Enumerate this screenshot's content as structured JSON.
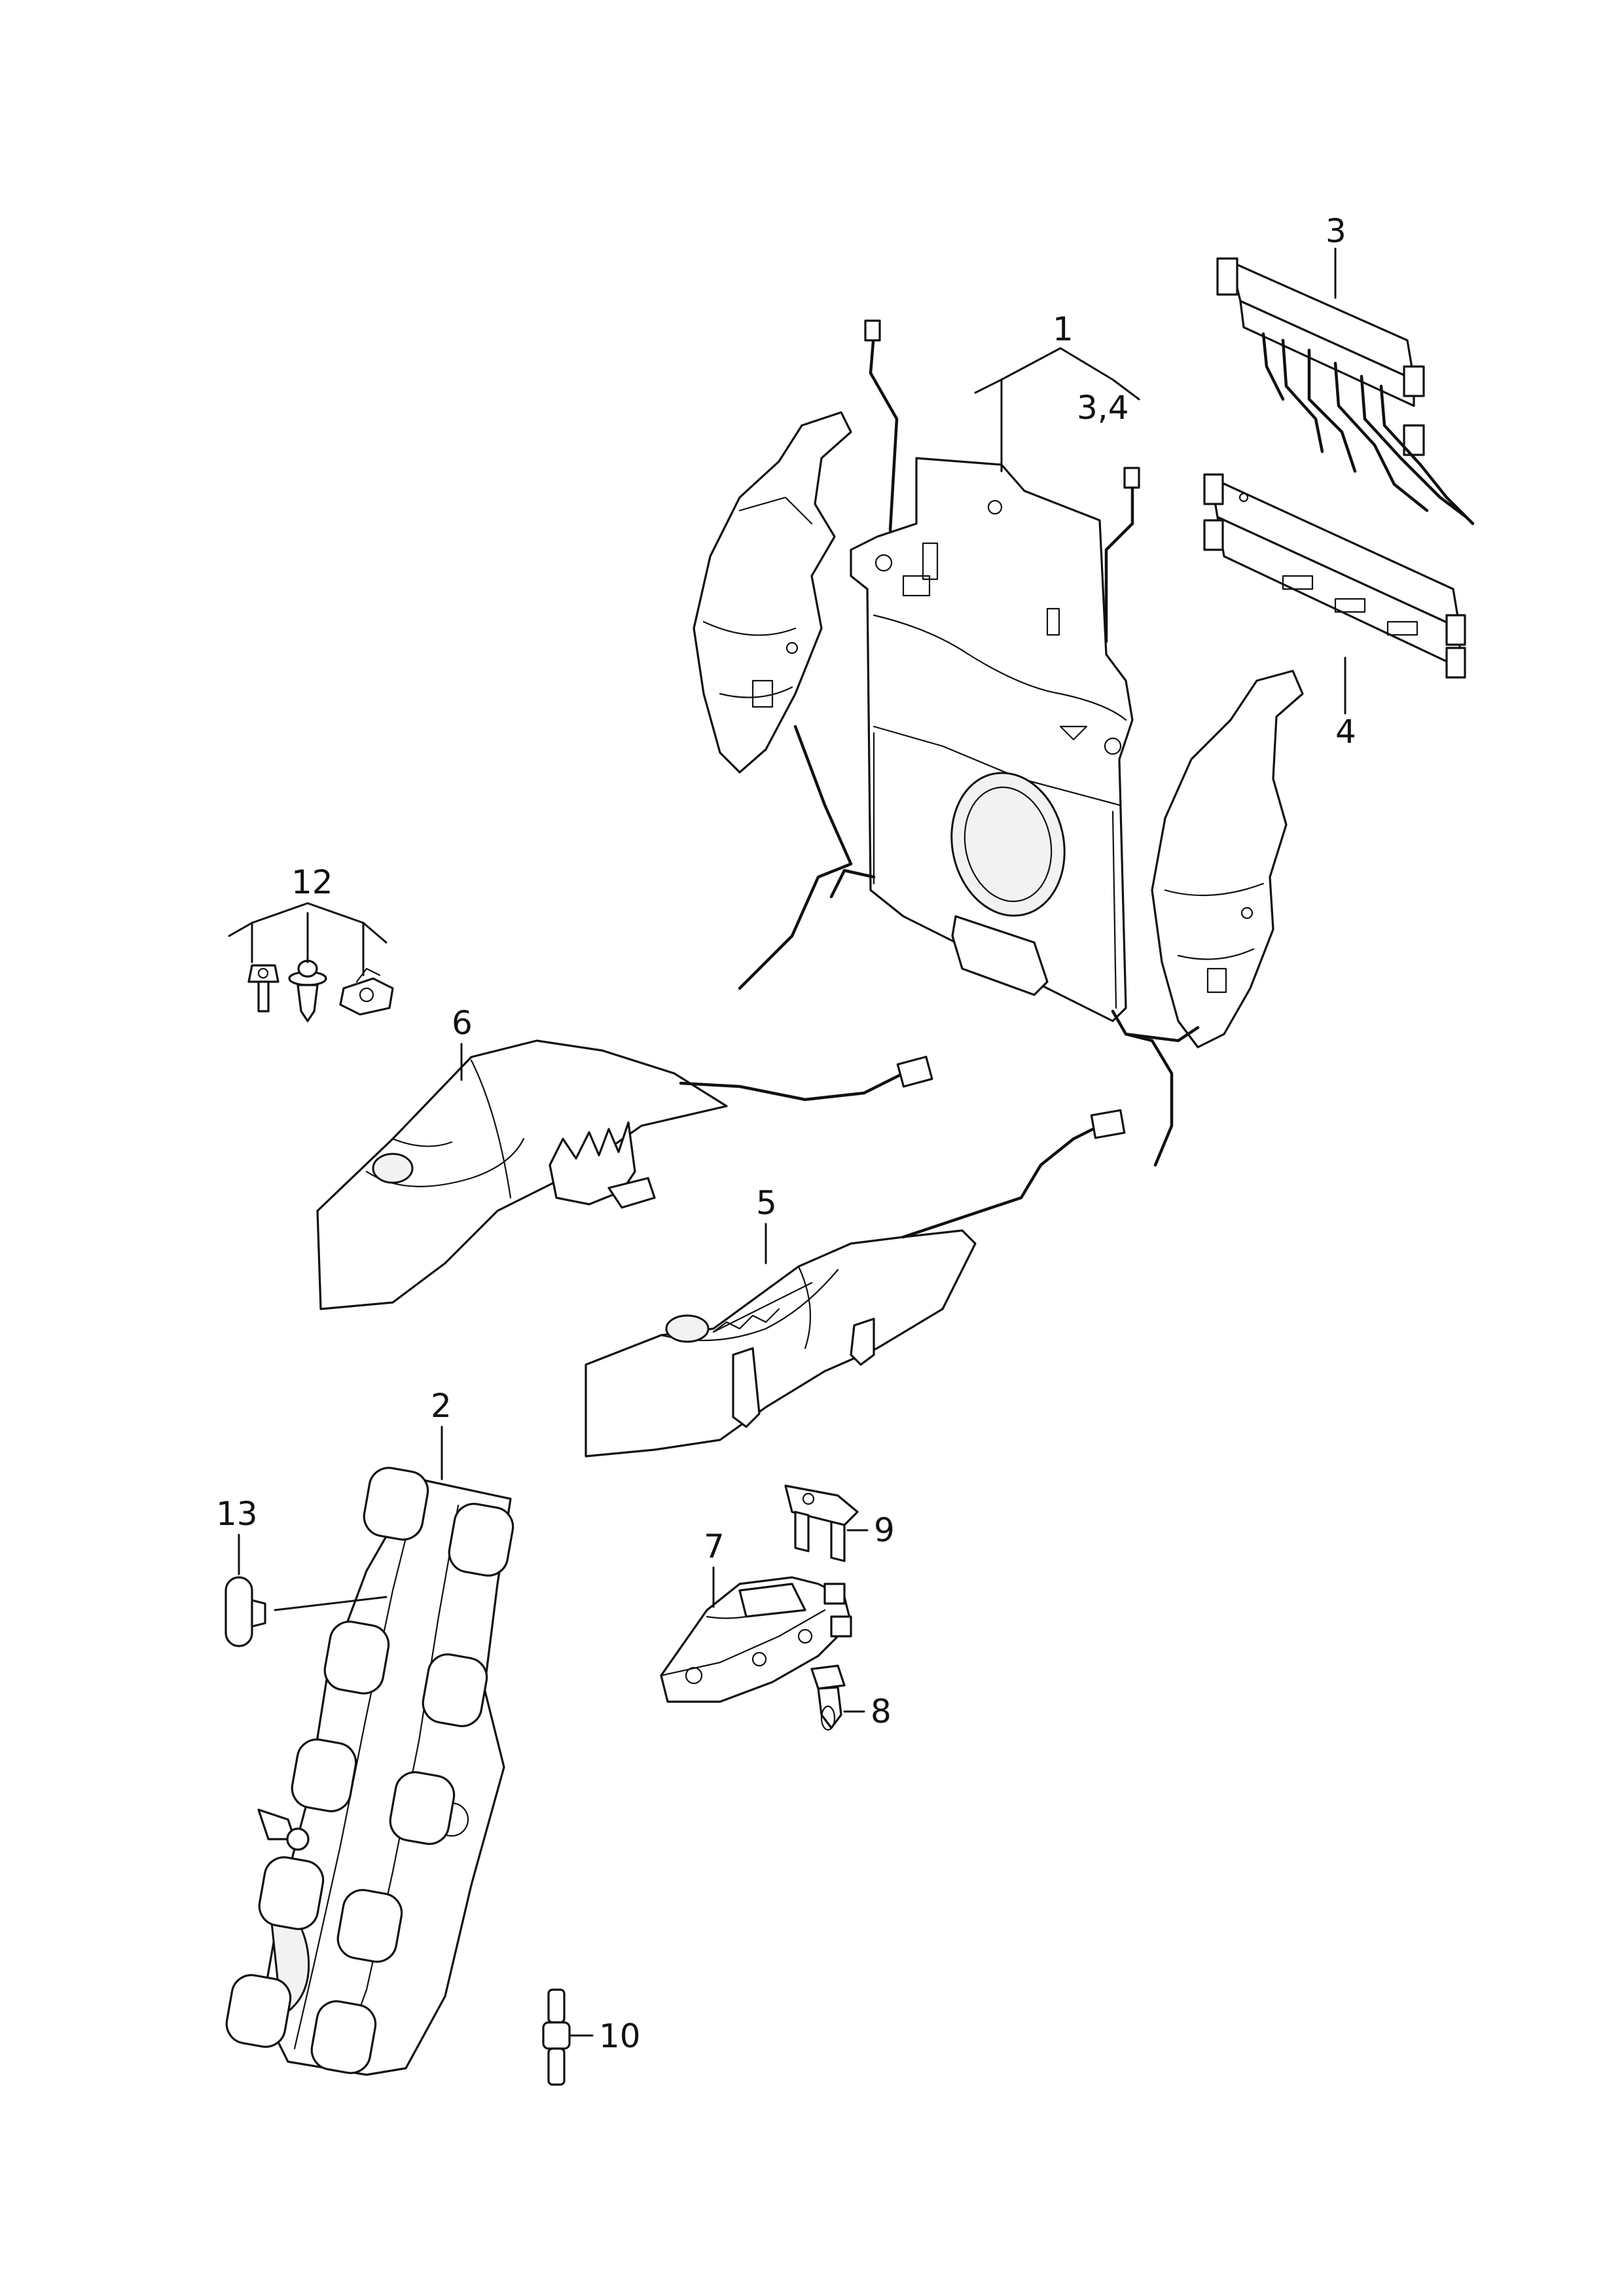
{
  "callouts": {
    "c1": "1",
    "c2": "2",
    "c3": "3",
    "c3_4": "3,4",
    "c4": "4",
    "c5": "5",
    "c6": "6",
    "c7": "7",
    "c8": "8",
    "c9": "9",
    "c10": "10",
    "c12": "12",
    "c13": "13"
  },
  "colors": {
    "line": "#111111",
    "background": "#ffffff"
  }
}
